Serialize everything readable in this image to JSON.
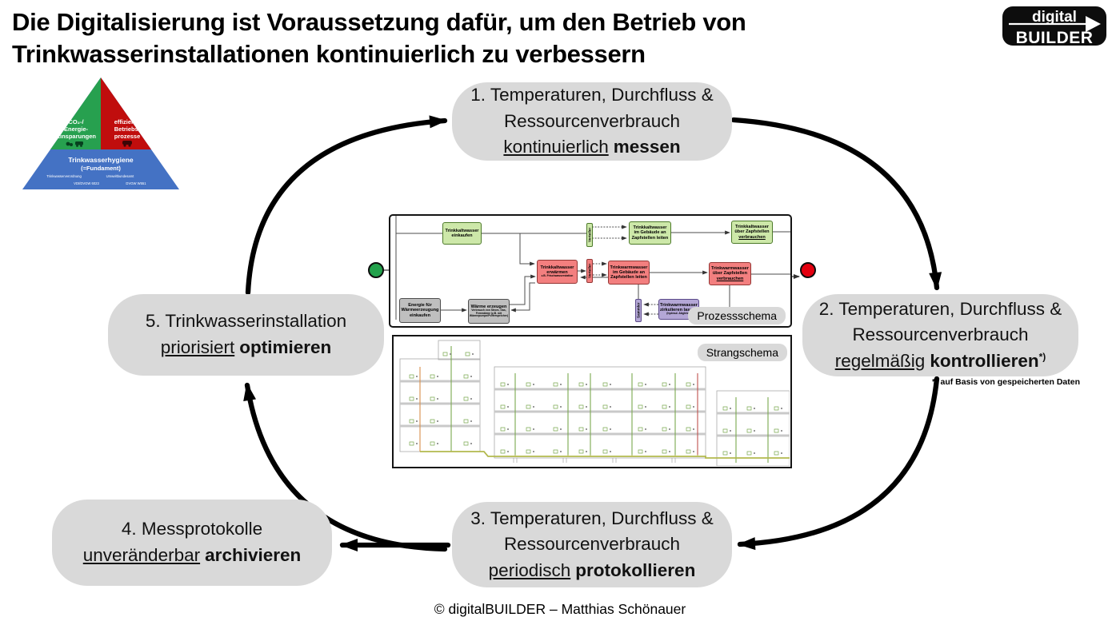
{
  "slide": {
    "title_line1": "Die Digitalisierung ist Voraussetzung dafür, um den Betrieb von",
    "title_line2": "Trinkwasserinstallationen kontinuierlich zu verbessern",
    "footer": "© digitalBUILDER – Matthias Schönauer"
  },
  "logo": {
    "word_top": "digital",
    "word_bottom": "BUILDER"
  },
  "pyramid": {
    "green1": "CO₂-/",
    "green2": "Energie-",
    "green3": "Einsparungen",
    "red1": "effiziente",
    "red2": "Betriebs-",
    "red3": "prozesse",
    "blue1": "Trinkwasserhygiene",
    "blue2": "(=Fundament)",
    "ref1": "Trinkwasserverordnung",
    "ref2": "Umweltbundesamt",
    "ref3": "VDI/DVGW 6023",
    "ref4": "DVGW W551",
    "colors": {
      "green": "#27a04f",
      "red": "#c00d0d",
      "blue": "#4472c4"
    }
  },
  "cycle": {
    "step1": {
      "line1": "1. Temperaturen, Durchfluss &",
      "line2": "Ressourcenverbrauch",
      "underline": "kontinuierlich",
      "bold": "messen"
    },
    "step2": {
      "line1": "2. Temperaturen, Durchfluss &",
      "line2": "Ressourcenverbrauch",
      "underline": "regelmäßig",
      "bold": "kontrollieren",
      "sup": "*)"
    },
    "footnote": "*) auf Basis von gespeicherten Daten",
    "step3": {
      "line1": "3. Temperaturen, Durchfluss &",
      "line2": "Ressourcenverbrauch",
      "underline": "periodisch",
      "bold": "protokollieren"
    },
    "step4": {
      "line1": "4. Messprotokolle",
      "underline": "unveränderbar",
      "bold": "archivieren"
    },
    "step5": {
      "line1": "5. Trinkwasserinstallation",
      "underline": "priorisiert",
      "bold": "optimieren"
    }
  },
  "process": {
    "label": "Prozessschema",
    "buy_cold": "Trinkkaltwasser\neinkaufen",
    "lead_cold": "Trinkkaltwasser\nim Gebäude an\nZapfstellen leiten",
    "consume_cold_top": "Trinkkaltwasser\nüber Zapfstellen",
    "consume_cold_u": "verbrauchen",
    "heat_top": "Trinkkaltwasser\nerwärmen",
    "heat_sub": "z.B. Frischwasserstation",
    "lead_warm": "Trinkwarmwasser\nim Gebäude an\nZapfstellen leiten",
    "consume_warm_top": "Trinkwarmwasser\nüber Zapfstellen",
    "consume_warm_u": "verbrauchen",
    "circulate_top": "Trinkwarmwasser\nzirkulieren lassen",
    "circulate_sub": "(hydraul. Abgleich)",
    "buy_energy": "Energie für\nWärmeerzeugung\neinkaufen",
    "make_heat_top": "Wärme erzeugen",
    "make_heat_sub": "Verbrauch von Strom, Gas,\nFernwärme (z.B. mit\nWärmepumpe/Pufferspeicher)",
    "verteiler_cold": "Verteiler",
    "verteiler_warm": "Verteiler",
    "sammler": "Sammler"
  },
  "strang": {
    "label": "Strangschema"
  }
}
